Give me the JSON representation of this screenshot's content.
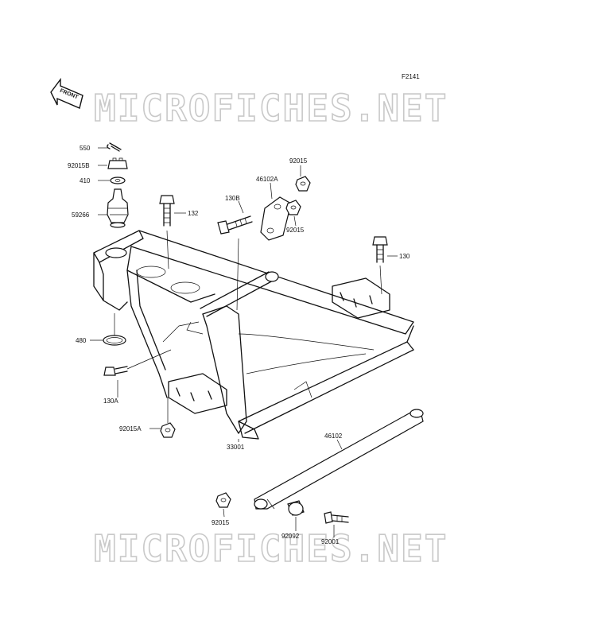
{
  "diagram": {
    "figure_code": "F2141",
    "front_badge": "FRONT",
    "watermark_top": "MICROFICHES.NET",
    "watermark_bottom": "MICROFICHES.NET"
  },
  "callouts": [
    {
      "id": "c550",
      "label": "550"
    },
    {
      "id": "c92015b",
      "label": "92015B"
    },
    {
      "id": "c410",
      "label": "410"
    },
    {
      "id": "c59266",
      "label": "59266"
    },
    {
      "id": "c132",
      "label": "132"
    },
    {
      "id": "c130b",
      "label": "130B"
    },
    {
      "id": "c46102a",
      "label": "46102A"
    },
    {
      "id": "c92015t",
      "label": "92015"
    },
    {
      "id": "c92015m",
      "label": "92015"
    },
    {
      "id": "c130",
      "label": "130"
    },
    {
      "id": "c480",
      "label": "480"
    },
    {
      "id": "c130a",
      "label": "130A"
    },
    {
      "id": "c92015a",
      "label": "92015A"
    },
    {
      "id": "c33001",
      "label": "33001"
    },
    {
      "id": "c46102",
      "label": "46102"
    },
    {
      "id": "c92015l",
      "label": "92015"
    },
    {
      "id": "c92092",
      "label": "92092"
    },
    {
      "id": "c92001",
      "label": "92001"
    }
  ]
}
